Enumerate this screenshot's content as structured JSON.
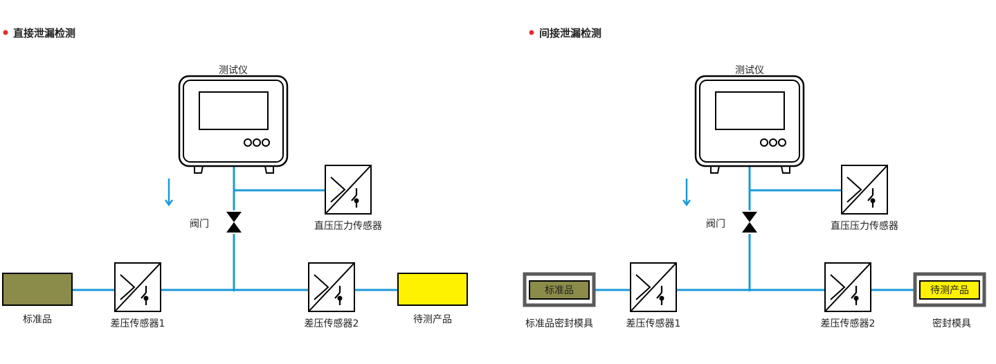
{
  "colors": {
    "pipe": "#1a9ad9",
    "bullet": "#e03030",
    "standard_fill": "#8b8b4a",
    "product_fill": "#fff200",
    "fixture_border": "#5a5a5a"
  },
  "left": {
    "title": "直接泄漏检测",
    "tester_label": "测试仪",
    "valve_label": "阀门",
    "direct_sensor_label": "直压压力传感器",
    "diff_sensor1_label": "差压传感器1",
    "diff_sensor2_label": "差压传感器2",
    "standard_label": "标准品",
    "product_label": "待测产品"
  },
  "right": {
    "title": "间接泄漏检测",
    "tester_label": "测试仪",
    "valve_label": "阀门",
    "direct_sensor_label": "直压压力传感器",
    "diff_sensor1_label": "差压传感器1",
    "diff_sensor2_label": "差压传感器2",
    "standard_inner": "标准品",
    "standard_fixture_label": "标准品密封模具",
    "product_inner": "待测产品",
    "product_fixture_label": "密封模具"
  }
}
